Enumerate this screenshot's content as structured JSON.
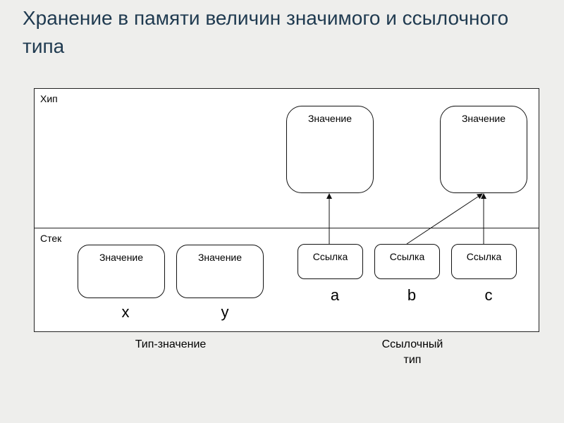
{
  "title": "Хранение в памяти величин значимого и ссылочного типа",
  "heap": {
    "label": "Хип",
    "boxes": [
      {
        "label": "Значение"
      },
      {
        "label": "Значение"
      }
    ]
  },
  "stack": {
    "label": "Стек",
    "value_boxes": [
      {
        "label": "Значение",
        "var": "x"
      },
      {
        "label": "Значение",
        "var": "y"
      }
    ],
    "ref_boxes": [
      {
        "label": "Ссылка",
        "var": "a"
      },
      {
        "label": "Ссылка",
        "var": "b"
      },
      {
        "label": "Ссылка",
        "var": "c"
      }
    ]
  },
  "captions": {
    "value_type": "Тип-значение",
    "ref_type_line1": "Ссылочный",
    "ref_type_line2": "тип"
  }
}
